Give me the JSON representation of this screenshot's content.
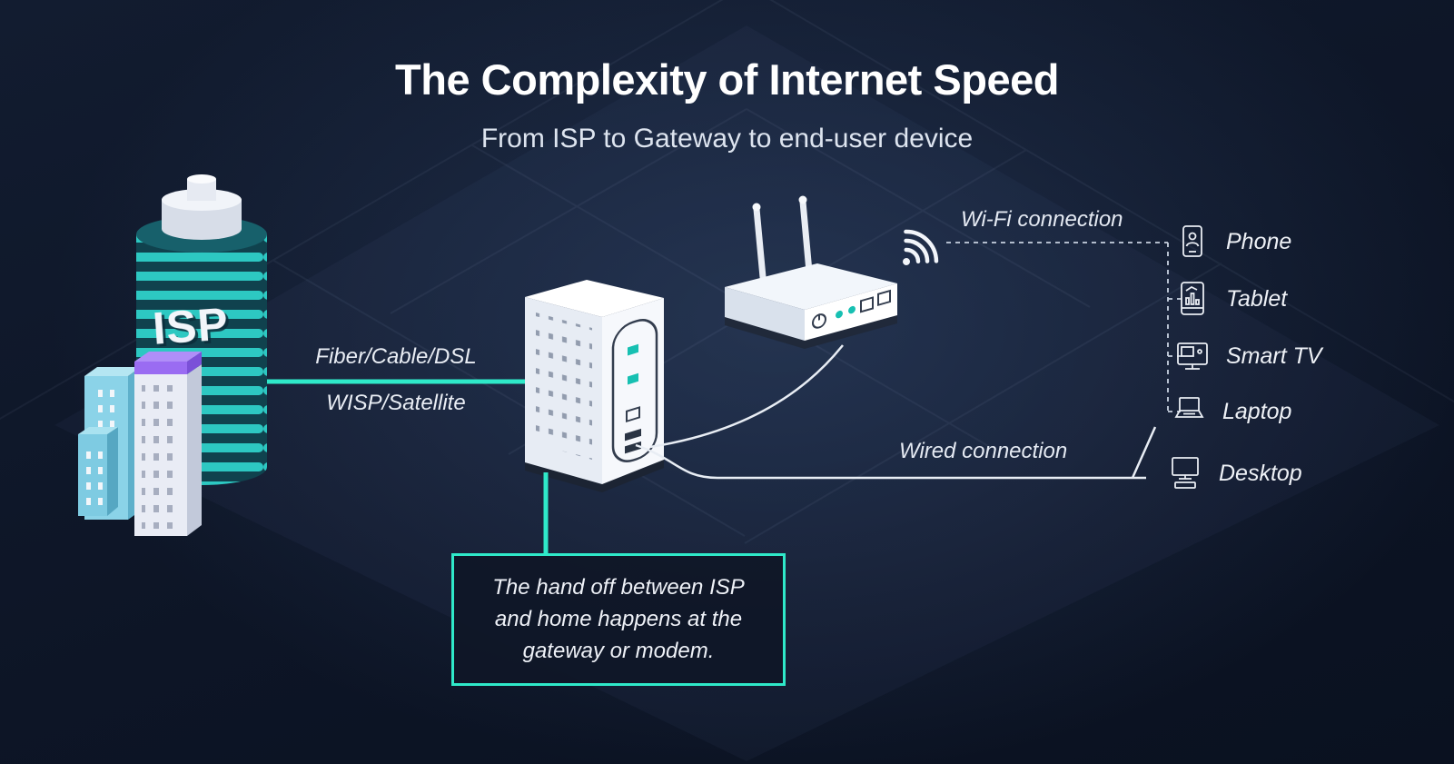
{
  "title": "The Complexity of Internet Speed",
  "subtitle": "From ISP to Gateway to end-user device",
  "isp_building": {
    "label": "ISP"
  },
  "link_labels": {
    "fiber": "Fiber/Cable/DSL",
    "wisp": "WISP/Satellite",
    "wifi": "Wi-Fi connection",
    "wired": "Wired connection"
  },
  "devices": [
    {
      "id": "phone",
      "label": "Phone"
    },
    {
      "id": "tablet",
      "label": "Tablet"
    },
    {
      "id": "smart-tv",
      "label": "Smart TV"
    },
    {
      "id": "laptop",
      "label": "Laptop"
    },
    {
      "id": "desktop",
      "label": "Desktop"
    }
  ],
  "callout": {
    "text": "The hand off between ISP and home happens at the gateway or modem."
  },
  "colors": {
    "accent": "#2fe9c9",
    "background": "#0d1526",
    "text": "#ffffff",
    "purple_accent": "#9a6cf2",
    "building_blue": "#8bd3e8"
  }
}
